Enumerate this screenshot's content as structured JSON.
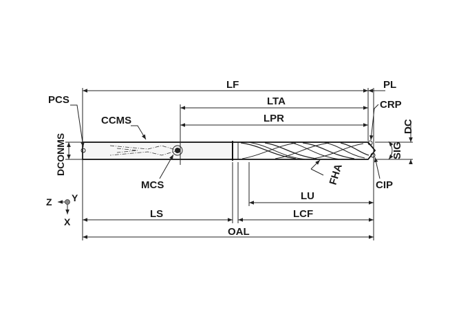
{
  "labels": {
    "lf": "LF",
    "pl": "PL",
    "pcs": "PCS",
    "lta": "LTA",
    "crp": "CRP",
    "ccms": "CCMS",
    "lpr": "LPR",
    "dc": "DC",
    "dconms": "DCONMS",
    "sig": "SIG",
    "fha": "FHA",
    "mcs": "MCS",
    "cip": "CIP",
    "lu": "LU",
    "ls": "LS",
    "lcf": "LCF",
    "oal": "OAL",
    "axis_z": "Z",
    "axis_y": "Y",
    "axis_x": "X"
  },
  "colors": {
    "line": "#222222",
    "fill_shank": "#f4f4f4",
    "background": "#ffffff"
  }
}
